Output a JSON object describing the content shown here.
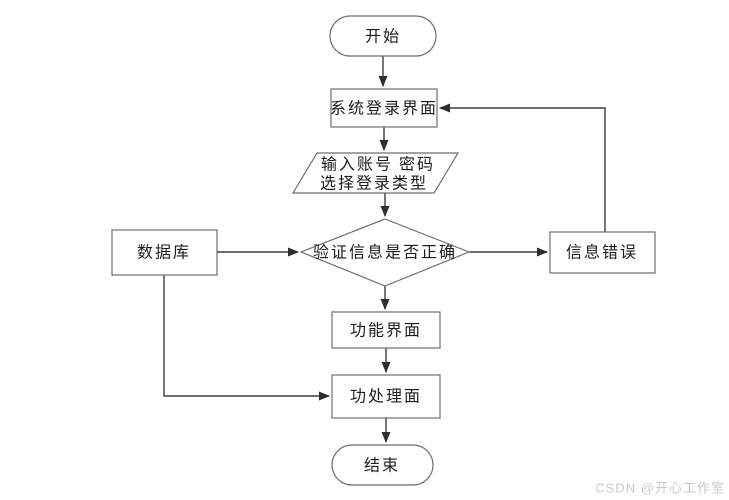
{
  "diagram": {
    "nodes": {
      "start": {
        "label": "开始",
        "shape": "terminator"
      },
      "login": {
        "label": "系统登录界面",
        "shape": "process"
      },
      "input": {
        "line1": "输入账号 密码",
        "line2": "选择登录类型",
        "shape": "io-parallelogram"
      },
      "verify": {
        "label": "验证信息是否正确",
        "shape": "decision"
      },
      "database": {
        "label": "数据库",
        "shape": "process"
      },
      "error": {
        "label": "信息错误",
        "shape": "process"
      },
      "function": {
        "label": "功能界面",
        "shape": "process"
      },
      "process": {
        "label": "功处理面",
        "shape": "process"
      },
      "end": {
        "label": "结束",
        "shape": "terminator"
      }
    },
    "edges": [
      {
        "from": "start",
        "to": "login"
      },
      {
        "from": "login",
        "to": "input"
      },
      {
        "from": "input",
        "to": "verify"
      },
      {
        "from": "verify",
        "to": "function"
      },
      {
        "from": "function",
        "to": "process"
      },
      {
        "from": "process",
        "to": "end"
      },
      {
        "from": "database",
        "to": "verify"
      },
      {
        "from": "verify",
        "to": "error"
      },
      {
        "from": "error",
        "to": "login"
      },
      {
        "from": "database",
        "to": "process"
      }
    ],
    "colors": {
      "background": "#ffffff",
      "shape_border": "#6e6e6e",
      "edge_line": "#3c3c3c",
      "text": "#1c1c1c",
      "watermark": "#cccac7"
    }
  },
  "watermark": {
    "text": "CSDN @开心工作室"
  }
}
